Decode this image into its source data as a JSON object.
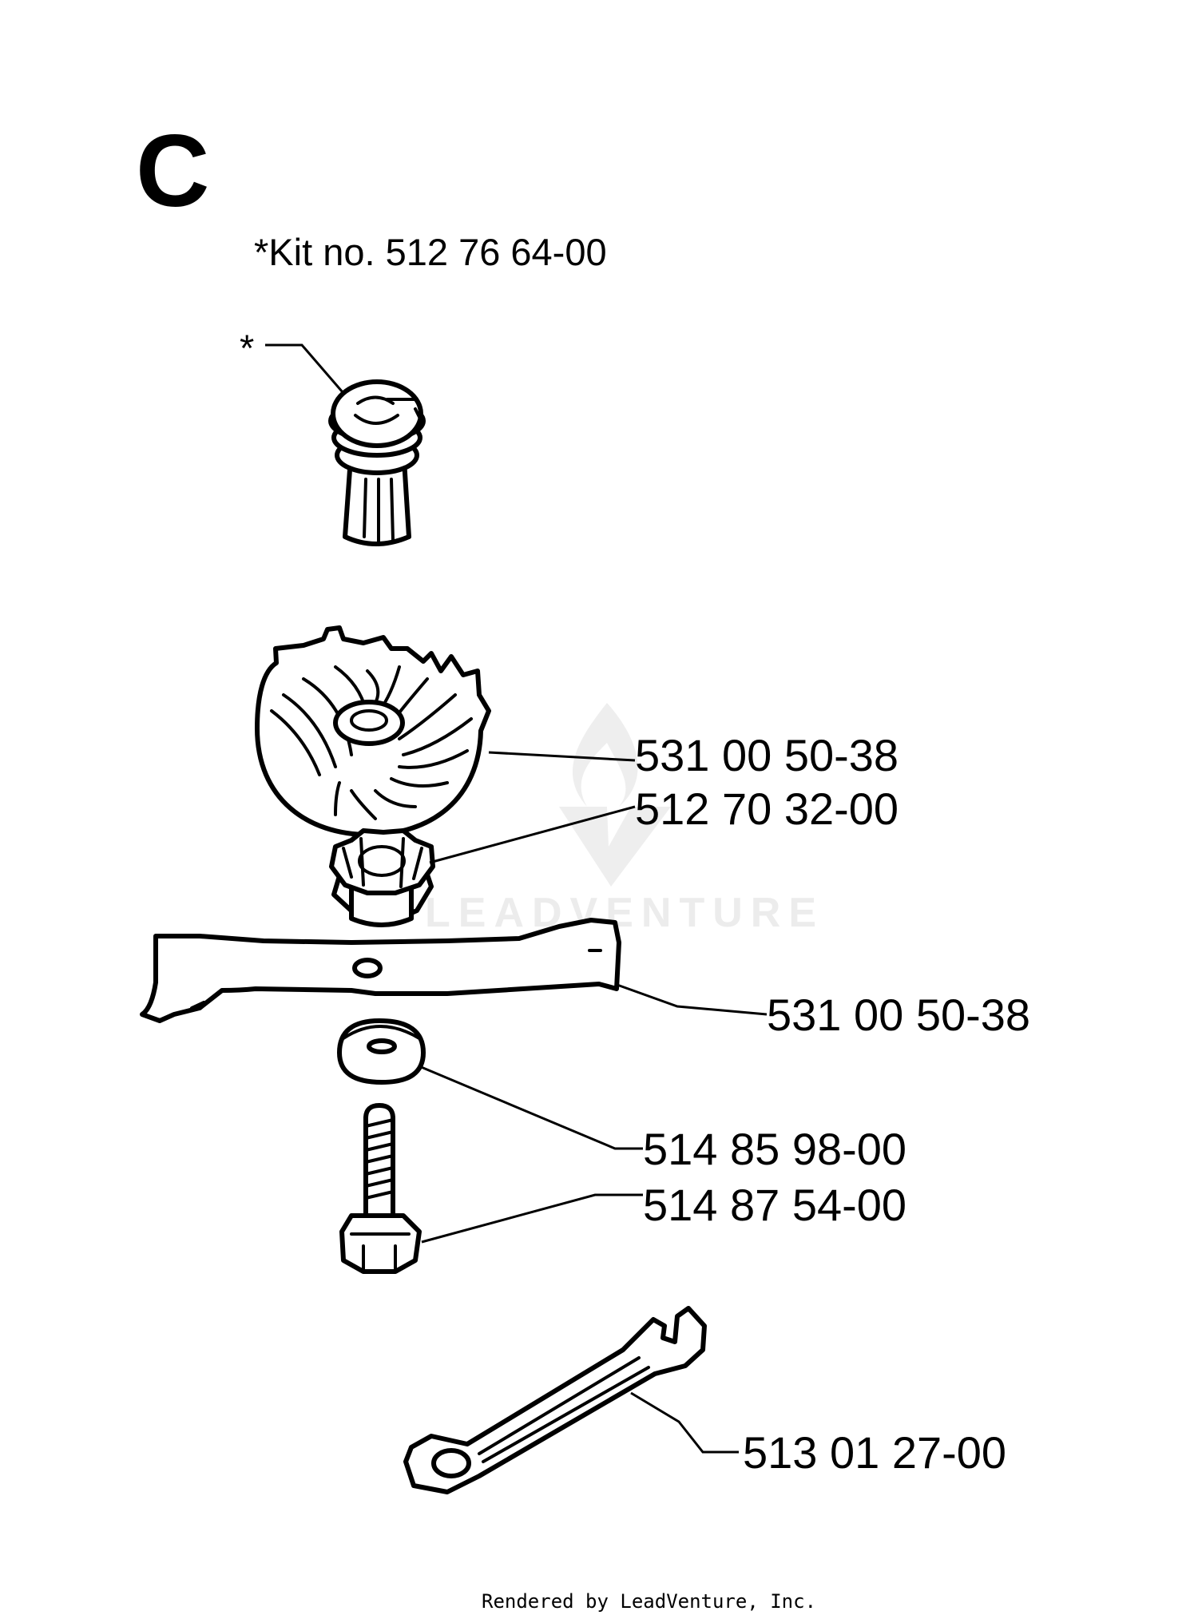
{
  "section": {
    "letter": "C"
  },
  "kit": {
    "text": "*Kit no. 512 76 64-00",
    "marker": "*"
  },
  "parts": [
    {
      "id": "fan",
      "number": "531 00 50-38"
    },
    {
      "id": "blade-holder",
      "number": "512 70 32-00"
    },
    {
      "id": "blade",
      "number": "531 00 50-38"
    },
    {
      "id": "washer",
      "number": "514 85 98-00"
    },
    {
      "id": "bolt",
      "number": "514 87 54-00"
    },
    {
      "id": "wrench",
      "number": "513 01 27-00"
    }
  ],
  "watermark": {
    "text": "LEADVENTURE"
  },
  "footer": {
    "text": "Rendered by LeadVenture, Inc."
  },
  "colors": {
    "ink": "#000000",
    "background": "#ffffff",
    "watermark": "#ececec"
  }
}
